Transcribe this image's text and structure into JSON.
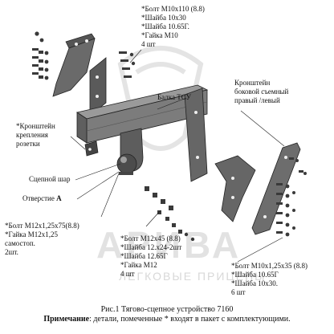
{
  "watermark": {
    "brand": "АРИВА",
    "tagline": "ЛЕГКОВЫЕ ПРИЦЕПЫ"
  },
  "labels": {
    "top_fasteners": [
      "*Болт М10х110 (8.8)",
      "*Шайба 10х30",
      "*Шайба 10.65Г.",
      "*Гайка М10",
      "4 шт"
    ],
    "tsu_beam": "Балка ТСУ",
    "side_bracket": [
      "Кронштейн",
      "боковой съемный",
      "правый /левый"
    ],
    "socket_bracket": [
      "*Кронштейн",
      "крепления",
      "розетки"
    ],
    "tow_ball": "Сцепной шар",
    "hole_a": {
      "prefix": "Отверстие",
      "letter": "А"
    },
    "ball_fasteners": [
      "*Болт М12х1,25х75(8.8)",
      "*Гайка М12х1,25",
      "самостоп.",
      "2шт."
    ],
    "center_fasteners": [
      "*Болт М12х45 (8.8)",
      "*Шайба 12.х24-2шт",
      "*Шайба 12.65Г",
      "*Гайка М12",
      "4 шт"
    ],
    "right_fasteners": [
      "*Болт М10х1,25х35 (8.8)",
      "*Шайба 10.65Г",
      "*Шайба 10х30.",
      "6 шт"
    ]
  },
  "caption": "Рис.1 Тягово-сцепное устройство 7160",
  "note": {
    "label": "Примечание",
    "text": ": детали, помеченные * входят в пакет с комплектующими."
  }
}
